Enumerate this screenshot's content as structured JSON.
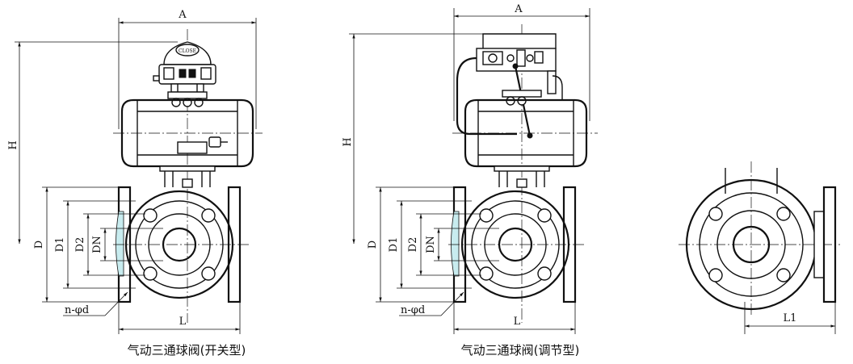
{
  "figures": {
    "onoff": {
      "caption": "气动三通球阀(开关型)",
      "labels": {
        "A": "A",
        "H": "H",
        "D": "D",
        "D1": "D1",
        "D2": "D2",
        "DN": "DN",
        "L": "L",
        "hole": "n-φd",
        "indicator": "CLOSE"
      }
    },
    "regulating": {
      "caption": "气动三通球阀(调节型)",
      "labels": {
        "A": "A",
        "H": "H",
        "D": "D",
        "D1": "D1",
        "D2": "D2",
        "DN": "DN",
        "L": "L",
        "hole": "n-φd"
      }
    },
    "side": {
      "labels": {
        "L1": "L1"
      }
    }
  },
  "colors": {
    "ink": "#111111",
    "paper": "#ffffff",
    "flange_tint": "#c8ecef"
  }
}
